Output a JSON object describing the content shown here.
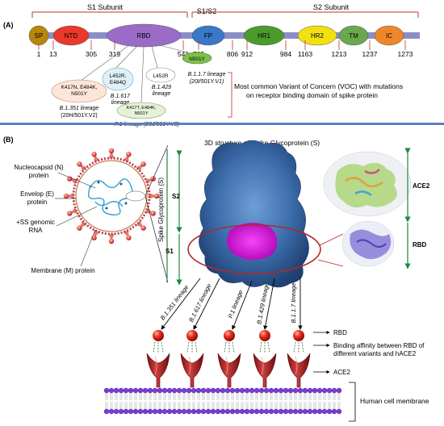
{
  "panel_a": {
    "label": "(A)",
    "s1_subunit": "S1 Subunit",
    "s1_s2": "S1/S2",
    "s2_subunit": "S2 Subunit",
    "domains": [
      {
        "name": "SP",
        "color": "#b8860b"
      },
      {
        "name": "NTD",
        "color": "#e8392b"
      },
      {
        "name": "RBD",
        "color": "#9b6bc8"
      },
      {
        "name": "FP",
        "color": "#3a78c8"
      },
      {
        "name": "HR1",
        "color": "#4a9a2c"
      },
      {
        "name": "HR2",
        "color": "#f2e010"
      },
      {
        "name": "TM",
        "color": "#6aa84f"
      },
      {
        "name": "IC",
        "color": "#f0862a"
      }
    ],
    "positions": [
      "1",
      "13",
      "305",
      "319",
      "541",
      "785",
      "806",
      "912",
      "984",
      "1163",
      "1213",
      "1237",
      "1273"
    ],
    "variants": [
      {
        "lines": [
          "K417N, E484K,",
          "N501Y"
        ],
        "lineage": "B.1.351 lineage",
        "sub": "(20H/501Y.V2)"
      },
      {
        "lines": [
          "L452R,",
          "E484Q"
        ],
        "lineage": "B.1.617",
        "sub": "lineage"
      },
      {
        "lines": [
          "K417T, E484K,",
          "N501Y"
        ],
        "lineage": "P.1 lineage (20J/501Y.V3)",
        "sub": ""
      },
      {
        "lines": [
          "L452R"
        ],
        "lineage": "B.1.429",
        "sub": "lineage"
      },
      {
        "lines": [
          "N501Y"
        ],
        "lineage": "B.1.1.7 lineage",
        "sub": "(20I/501Y.V1)"
      }
    ],
    "voc_note": [
      "Most common Variant of Concern (VOC) with mutations",
      "on receptor binding domain of spike protein"
    ]
  },
  "panel_b": {
    "label": "(B)",
    "title": "3D structure of Spike Glycoprotein (S)",
    "virus_labels": {
      "nucleocapsid": [
        "Nucleocapsid (N)",
        "protein"
      ],
      "envelope": [
        "Envelop (E)",
        "protein"
      ],
      "rna": [
        "+SS genomic",
        "RNA"
      ],
      "membrane": "Membrane (M) protein"
    },
    "spike_axis": "Spike Glycoprotein (S)",
    "s2": "S2",
    "s1": "S1",
    "ace2": "ACE2",
    "rbd": "RBD",
    "lineages": [
      "B.1.351 lineage",
      "B.1.617 lineage",
      "P.1 lineage",
      "B.1.429 lineage",
      "B.1.1.7 lineage"
    ],
    "right_labels": {
      "rbd": "RBD",
      "binding": [
        "Binding affinity between RBD of",
        "different variants and hACE2"
      ],
      "ace2": "ACE2",
      "membrane": "Human cell membrane"
    }
  }
}
